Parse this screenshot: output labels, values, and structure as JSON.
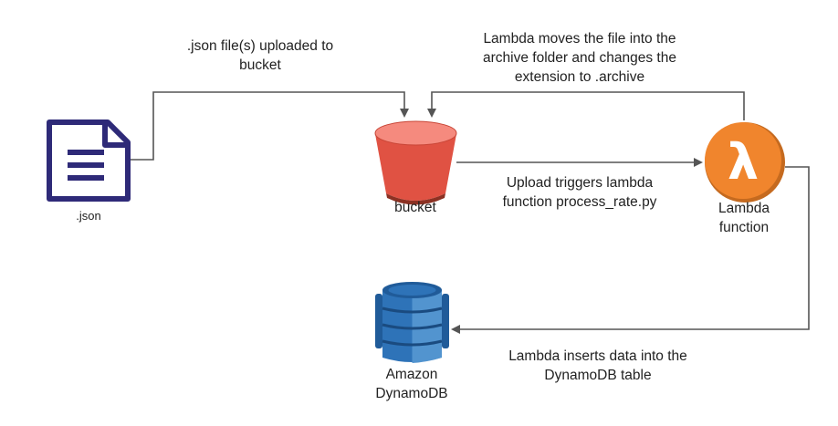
{
  "nodes": {
    "json_file": {
      "label": ".json",
      "icon": "document-icon"
    },
    "bucket": {
      "label": "bucket",
      "icon": "s3-bucket-icon"
    },
    "lambda": {
      "label_lines": [
        "Lambda",
        "function"
      ],
      "icon": "lambda-icon",
      "glyph": "λ"
    },
    "dynamodb": {
      "label_lines": [
        "Amazon",
        "DynamoDB"
      ],
      "icon": "dynamodb-icon"
    }
  },
  "edges": {
    "upload": {
      "label_lines": [
        ".json file(s) uploaded to",
        "bucket"
      ]
    },
    "trigger": {
      "label_lines": [
        "Upload triggers lambda",
        "function process_rate.py"
      ]
    },
    "archive": {
      "label_lines": [
        "Lambda moves the file into the",
        "archive folder and changes the",
        "extension to .archive"
      ]
    },
    "insert": {
      "label_lines": [
        "Lambda inserts data into the",
        "DynamoDB table"
      ]
    }
  },
  "colors": {
    "document": "#2E2A78",
    "bucket_body": "#E05243",
    "bucket_top": "#F58A7E",
    "bucket_dark": "#8C3123",
    "lambda_fill": "#F0852D",
    "lambda_edge": "#C56A1F",
    "dynamo_mid": "#2E73B8",
    "dynamo_light": "#5294CF",
    "dynamo_dark": "#205B99",
    "connector": "#555555"
  }
}
